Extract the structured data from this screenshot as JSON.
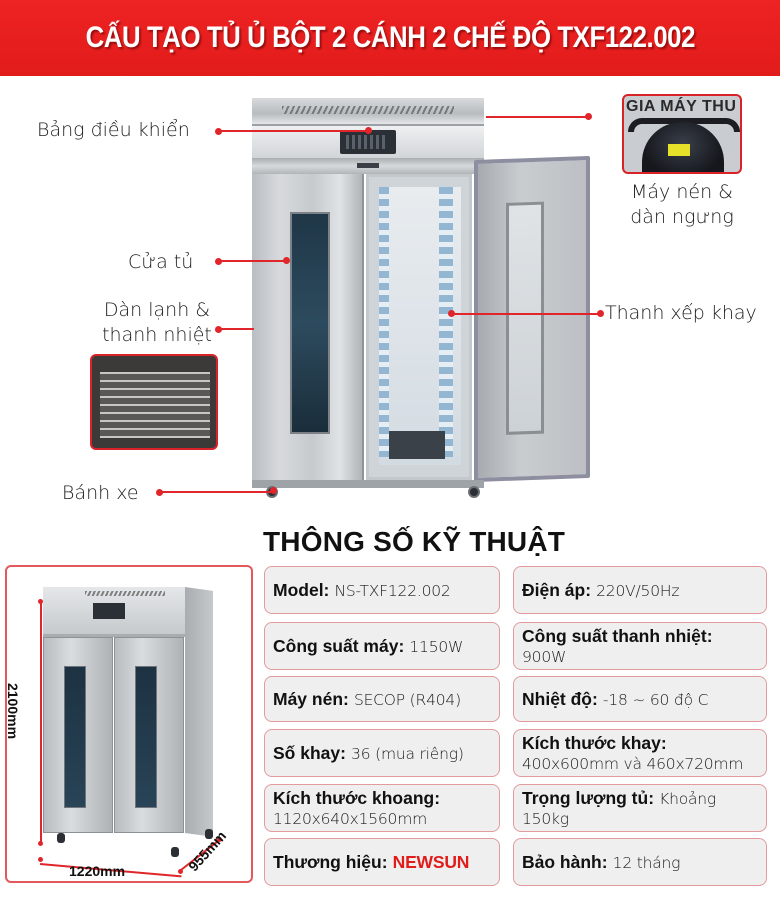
{
  "header": {
    "title": "CẤU TẠO TỦ Ủ BỘT 2 CÁNH 2 CHẾ ĐỘ TXF122.002",
    "background_color": "#e21b1b"
  },
  "callouts": {
    "control_panel": "Bảng điều khiển",
    "door": "Cửa tủ",
    "evaporator_line1": "Dàn lạnh &",
    "evaporator_line2": "thanh nhiệt",
    "wheels": "Bánh xe",
    "compressor_line1": "Máy nén &",
    "compressor_line2": "dàn ngưng",
    "tray_rails": "Thanh xếp khay",
    "compressor_photo_text": "GIA MÁY THU"
  },
  "accent_color": "#e0262a",
  "specs": {
    "heading": "THÔNG SỐ KỸ THUẬT",
    "items": [
      {
        "label": "Model:",
        "value": "NS-TXF122.002"
      },
      {
        "label": "Điện áp:",
        "value": "220V/50Hz"
      },
      {
        "label": "Công suất máy:",
        "value": "1150W"
      },
      {
        "label": "Công suất thanh nhiệt:",
        "value": "900W"
      },
      {
        "label": "Máy nén:",
        "value": "SECOP (R404)"
      },
      {
        "label": "Nhiệt độ:",
        "value": "-18 ~ 60 độ C"
      },
      {
        "label": "Số khay:",
        "value": "36 (mua riêng)"
      },
      {
        "label": "Kích thước khay:",
        "value": "400x600mm và 460x720mm"
      },
      {
        "label": "Kích thước khoang:",
        "value": "1120x640x1560mm"
      },
      {
        "label": "Trọng lượng tủ:",
        "value": "Khoảng 150kg"
      },
      {
        "label": "Thương hiệu:",
        "value": "NEWSUN"
      },
      {
        "label": "Bảo hành:",
        "value": "12 tháng"
      }
    ],
    "brand_color": "#e21b1b"
  },
  "dimensions": {
    "height": "2100mm",
    "width": "1220mm",
    "depth": "955mm"
  }
}
